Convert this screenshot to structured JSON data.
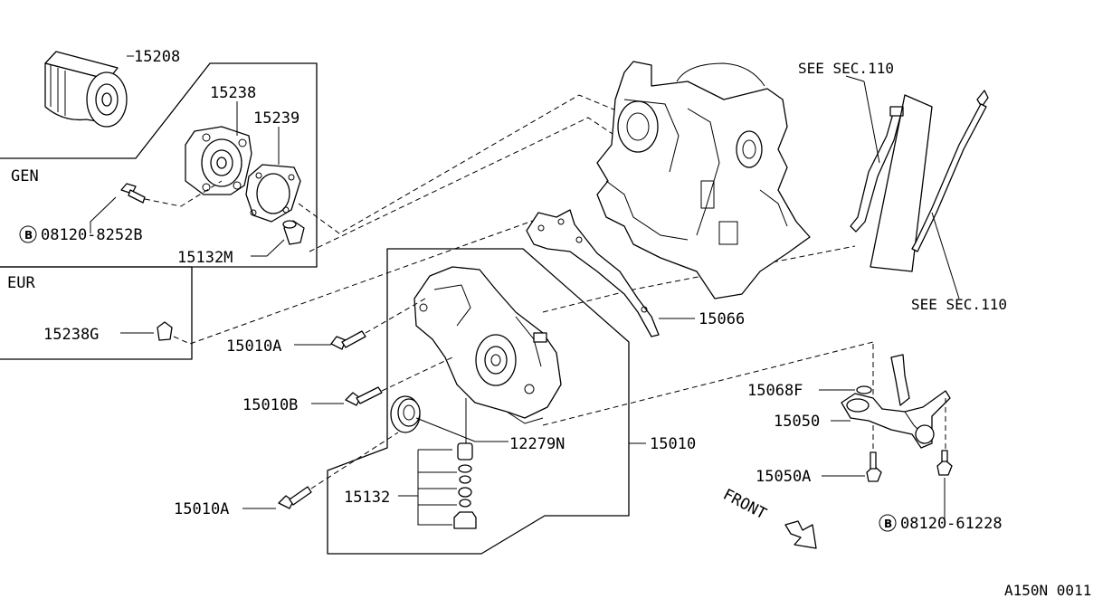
{
  "labels": {
    "p15208": "15208",
    "p15238": "15238",
    "p15239": "15239",
    "gen": "GEN",
    "b08120_8252B": "08120-8252B",
    "p15132M": "15132M",
    "eur": "EUR",
    "p15238G": "15238G",
    "p15010A_top": "15010A",
    "p15010B": "15010B",
    "p15010A_bottom": "15010A",
    "p12279N": "12279N",
    "p15010": "15010",
    "p15132": "15132",
    "p15066": "15066",
    "see_sec_top": "SEE SEC.110",
    "see_sec_right": "SEE SEC.110",
    "p15068F": "15068F",
    "p15050": "15050",
    "p15050A": "15050A",
    "b08120_61228": "08120-61228",
    "front": "FRONT",
    "figure_code": "A150N 0011"
  },
  "bolt_symbol": "B",
  "icons": [
    "oil-filter",
    "filter-bracket",
    "gasket",
    "bolt",
    "oil-pump",
    "oil-seal",
    "relief-valve-kit",
    "engine-block",
    "front-gasket",
    "oil-level-gauge",
    "oil-strainer",
    "front-arrow"
  ]
}
